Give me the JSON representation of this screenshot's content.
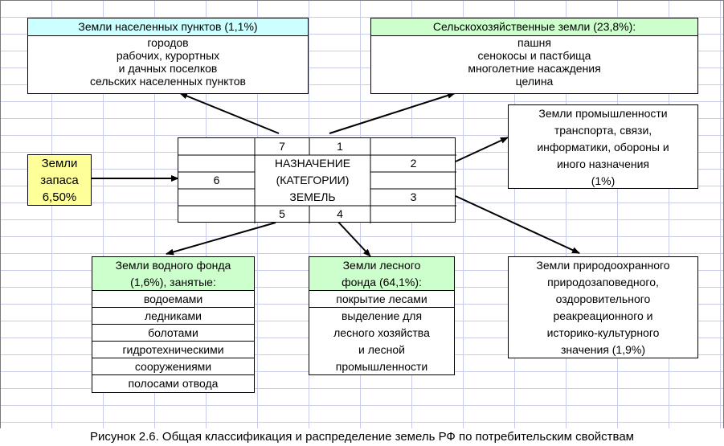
{
  "settlements": {
    "title": "Земли населенных пунктов  (1,1%)",
    "lines": [
      "городов",
      "рабочих, курортных",
      "и дачных поселков",
      "сельских населенных  пунктов"
    ]
  },
  "agricultural": {
    "title": "Сельскохозяйственные  земли (23,8%):",
    "lines": [
      "пашня",
      "сенокосы и пастбища",
      "многолетние насаждения",
      "целина"
    ]
  },
  "industry": {
    "lines": [
      "Земли промышленности",
      "транспорта, связи,",
      "информатики, обороны и",
      "иного назначения",
      "(1%)"
    ]
  },
  "reserve": {
    "lines": [
      "Земли",
      "запаса",
      "6,50%"
    ]
  },
  "center": {
    "n7": "7",
    "n1": "1",
    "n2": "2",
    "n3": "3",
    "n4": "4",
    "n5": "5",
    "n6": "6",
    "line1": "НАЗНАЧЕНИЕ",
    "line2": "(КАТЕГОРИИ)",
    "line3": "ЗЕМЕЛЬ"
  },
  "water": {
    "title": [
      "Земли водного фонда",
      "(1,6%), занятые:"
    ],
    "rows": [
      "водоемами",
      "ледниками",
      "болотами",
      "гидротехническими",
      "сооружениями",
      "полосами отвода"
    ]
  },
  "forest": {
    "title": [
      "Земли лесного",
      "фонда (64,1%):"
    ],
    "rows": [
      "покрытие лесами",
      "выделение для",
      "лесного хозяйства",
      "и лесной",
      "промышленности"
    ]
  },
  "protected": {
    "lines": [
      "Земли природоохранного",
      "природозаповедного,",
      "оздоровительного",
      "реакреационного и",
      "историко-культурного",
      "значения (1,9%)"
    ]
  },
  "caption": "Рисунок 2.6. Общая классификация и распределение земель РФ по потребительским свойствам",
  "colors": {
    "cyan_header": "#ccffff",
    "green_header": "#ccffcc",
    "reserve_fill": "#ffff99"
  }
}
